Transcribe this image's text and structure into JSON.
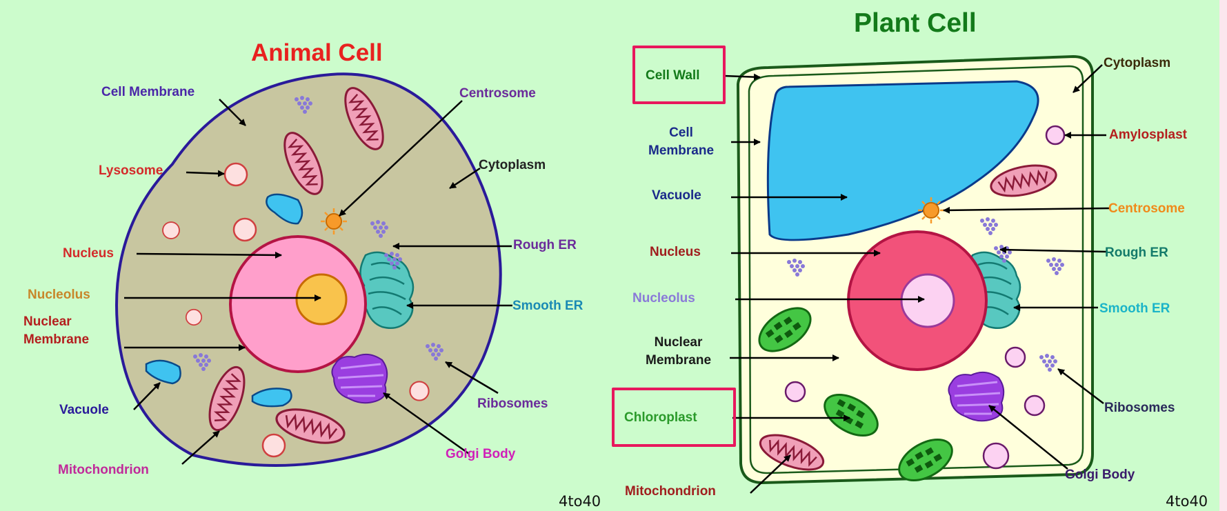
{
  "animal_cell": {
    "title": "Animal Cell",
    "labels": {
      "cell_membrane": "Cell Membrane",
      "lysosome": "Lysosome",
      "nucleus": "Nucleus",
      "nucleolus": "Nucleolus",
      "nuclear_membrane": "Nuclear\nMembrane",
      "vacuole": "Vacuole",
      "mitochondrion": "Mitochondrion",
      "centrosome": "Centrosome",
      "cytoplasm": "Cytoplasm",
      "rough_er": "Rough ER",
      "smooth_er": "Smooth ER",
      "ribosomes": "Ribosomes",
      "golgi_body": "Golgi Body"
    },
    "watermark": "4to40"
  },
  "plant_cell": {
    "title": "Plant Cell",
    "labels": {
      "cell_wall": "Cell Wall",
      "cell_membrane": "Cell\nMembrane",
      "vacuole": "Vacuole",
      "nucleus": "Nucleus",
      "nucleolus": "Nucleolus",
      "nuclear_membrane": "Nuclear\nMembrane",
      "chloroplast": "Chloroplast",
      "mitochondrion": "Mitochondrion",
      "cytoplasm": "Cytoplasm",
      "amylosplast": "Amylosplast",
      "centrosome": "Centrosome",
      "rough_er": "Rough ER",
      "smooth_er": "Smooth ER",
      "ribosomes": "Ribosomes",
      "golgi_body": "Golgi Body"
    },
    "watermark": "4to40",
    "highlighted": [
      "Cell Wall",
      "Chloroplast"
    ]
  },
  "colors": {
    "background": "#ccfccc",
    "highlight_box": "#e8175d",
    "animal_cytoplasm": "#c8c6a0",
    "plant_cytoplasm": "#ffffdc",
    "vacuole": "#3fc3f0",
    "nucleus_animal": "#ff9fcb",
    "nucleus_plant": "#f2527a",
    "nucleolus_animal": "#f9c34c",
    "nucleolus_plant": "#fcd2f2",
    "mitochondrion": "#f0a0b8",
    "chloroplast": "#44c644",
    "golgi": "#9a3ee0",
    "er": "#58c8c0",
    "ribosome": "#8878d8"
  }
}
